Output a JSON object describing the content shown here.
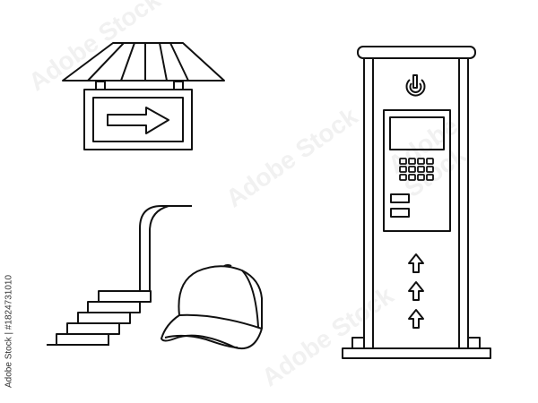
{
  "image": {
    "background": "#ffffff",
    "stroke_color": "#111111",
    "style": "black outline line-art icons"
  },
  "icons": [
    {
      "name": "shop-sign-with-arrow",
      "description": "Hanging sign under a striped awning with a right-pointing arrow"
    },
    {
      "name": "stairs-with-railing",
      "description": "Staircase of 5 steps with curved handrail"
    },
    {
      "name": "baseball-cap",
      "description": "Baseball cap outline"
    },
    {
      "name": "parking-payment-terminal",
      "description": "Standing kiosk with power button, screen, 12-key keypad, two slots and three up arrows"
    }
  ],
  "terminal": {
    "keypad_rows": 3,
    "keypad_cols": 4,
    "slot_count": 2,
    "up_arrow_count": 3
  },
  "stairs": {
    "step_count": 5
  },
  "watermark": {
    "text": "Adobe Stock",
    "separator": "|",
    "asset_id": "#1824731010",
    "full": "Adobe Stock | #1824731010"
  }
}
